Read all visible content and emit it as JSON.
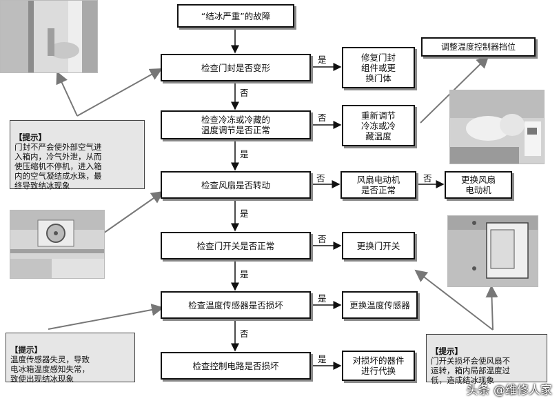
{
  "nodes": {
    "title": "“结冰严重”的故障",
    "check_door_seal": "检查门封是否变形",
    "check_temp_adjust": "检查冷冻或冷藏的\n温度调节是否正常",
    "check_fan": "检查风扇是否转动",
    "check_door_switch": "检查门开关是否正常",
    "check_sensor": "检查温度传感器是否损坏",
    "check_circuit": "检查控制电路是否损坏",
    "repair_door_seal": "修复门封\n组件或更\n换门体",
    "readjust_temp": "重新调节\n冷冻或冷\n藏温度",
    "fan_motor_normal": "风扇电动机\n是否正常",
    "replace_fan_motor": "更换风扇\n电动机",
    "replace_door_switch": "更换门开关",
    "replace_sensor": "更换温度传感器",
    "replace_parts": "对损坏的器件\n进行代换",
    "adjust_controller": "调整温度控制器挡位"
  },
  "edge_labels": {
    "yes": "是",
    "no": "否"
  },
  "tips": {
    "door_seal": {
      "title": "【提示】",
      "text": "门封不严会使外部空气进\n入箱内，冷气外泄，从而\n使压缩机不停机，进入箱\n内的空气凝结成水珠，最\n终导致结冰现象"
    },
    "sensor": {
      "title": "【提示】",
      "text": "温度传感器失灵，导致\n电冰箱温度感知失常，\n致使出现结冰现象"
    },
    "door_switch": {
      "title": "【提示】",
      "text": "门开关损坏会使风扇不\n运转，箱内局部温度过\n低，造成结冰现象"
    }
  },
  "watermark": "头条 @维修人家"
}
